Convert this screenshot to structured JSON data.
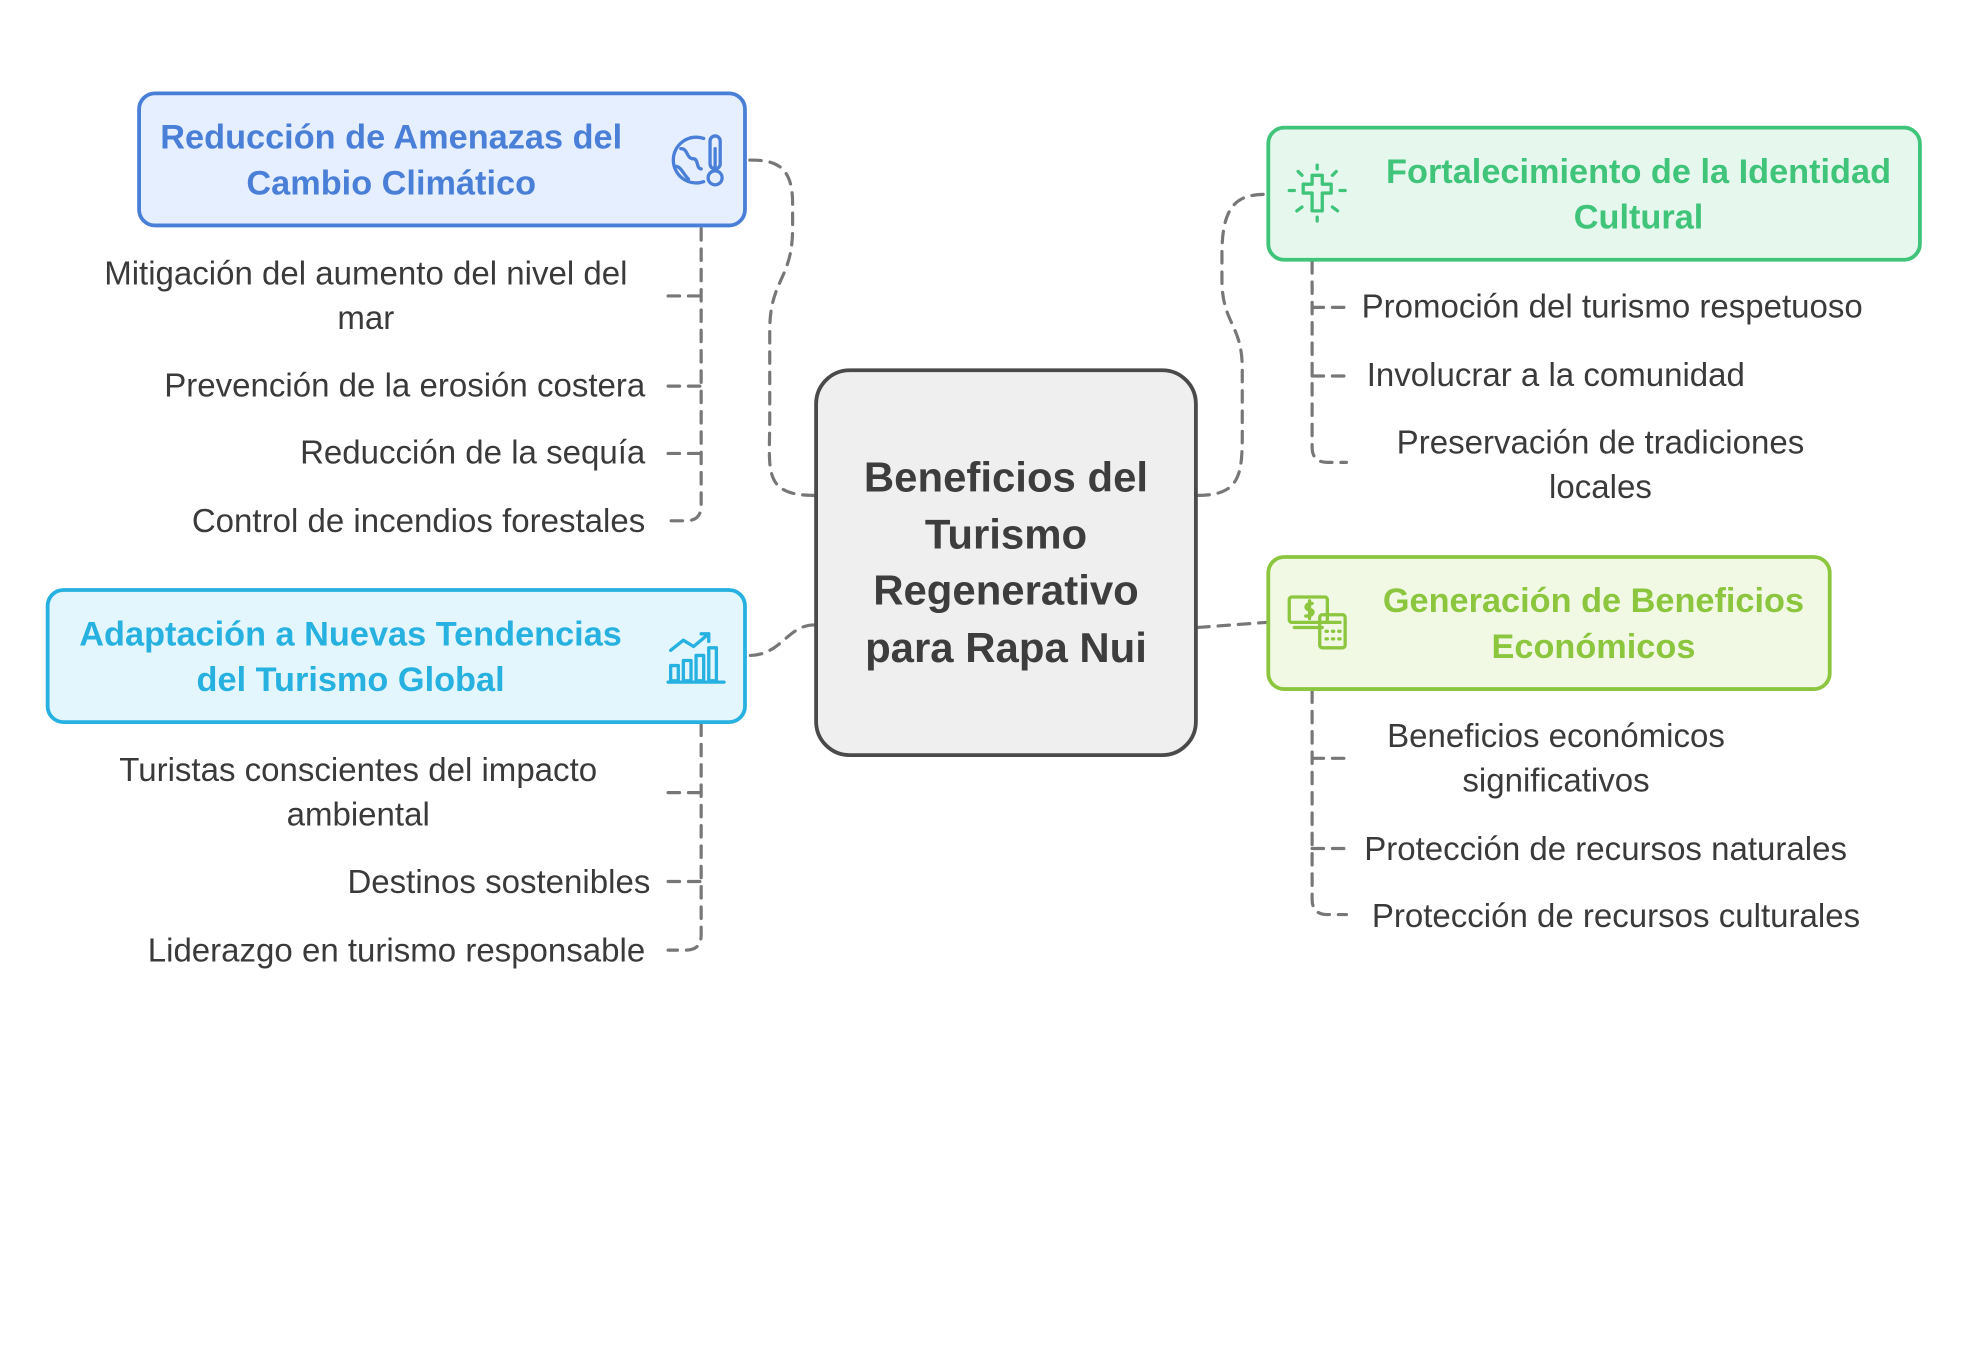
{
  "center_title": "Beneficios del Turismo Regenerativo para Rapa Nui",
  "colors": {
    "blue": "#4a7fd8",
    "green": "#3fc47a",
    "cyan": "#26b1e0",
    "lime": "#8cc63f",
    "center": "#4a4a4a"
  },
  "branches": [
    {
      "title": "Reducción de Amenazas del Cambio Climático",
      "icon": "globe-thermometer-icon",
      "items": [
        "Mitigación del aumento del nivel del mar",
        "Prevención de la erosión costera",
        "Reducción de la sequía",
        "Control de incendios forestales"
      ]
    },
    {
      "title": "Adaptación a Nuevas Tendencias del Turismo Global",
      "icon": "growth-chart-icon",
      "items": [
        "Turistas conscientes del impacto ambiental",
        "Destinos sostenibles",
        "Liderazgo en turismo responsable"
      ]
    },
    {
      "title": "Fortalecimiento de la Identidad Cultural",
      "icon": "cross-radiant-icon",
      "items": [
        "Promoción del turismo respetuoso",
        "Involucrar a la comunidad",
        "Preservación de tradiciones locales"
      ]
    },
    {
      "title": "Generación de Beneficios Económicos",
      "icon": "money-calculator-icon",
      "items": [
        "Beneficios económicos significativos",
        "Protección de recursos naturales",
        "Protección de recursos culturales"
      ]
    }
  ]
}
